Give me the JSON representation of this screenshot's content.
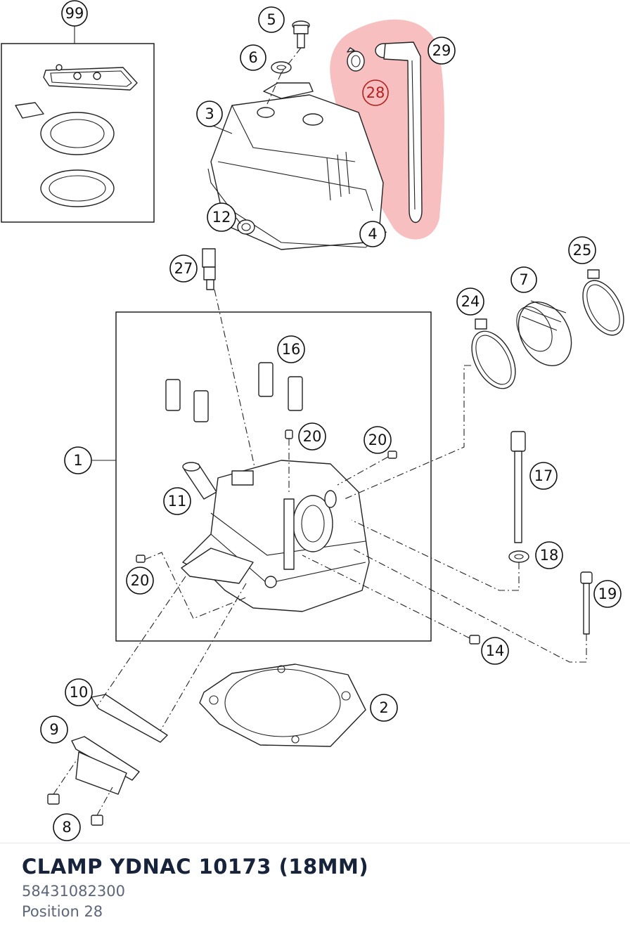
{
  "diagram": {
    "callouts": [
      {
        "label": "99"
      },
      {
        "label": "5"
      },
      {
        "label": "6"
      },
      {
        "label": "3"
      },
      {
        "label": "12"
      },
      {
        "label": "4"
      },
      {
        "label": "28"
      },
      {
        "label": "29"
      },
      {
        "label": "27"
      },
      {
        "label": "25"
      },
      {
        "label": "7"
      },
      {
        "label": "24"
      },
      {
        "label": "16"
      },
      {
        "label": "1"
      },
      {
        "label": "20"
      },
      {
        "label": "20"
      },
      {
        "label": "11"
      },
      {
        "label": "17"
      },
      {
        "label": "18"
      },
      {
        "label": "20"
      },
      {
        "label": "19"
      },
      {
        "label": "14"
      },
      {
        "label": "10"
      },
      {
        "label": "2"
      },
      {
        "label": "9"
      },
      {
        "label": "8"
      }
    ],
    "selected_position": "28",
    "highlight_color": "#f08a8a"
  },
  "part": {
    "name": "CLAMP YDNAC 10173 (18MM)",
    "number": "58431082300",
    "position": "Position 28"
  }
}
